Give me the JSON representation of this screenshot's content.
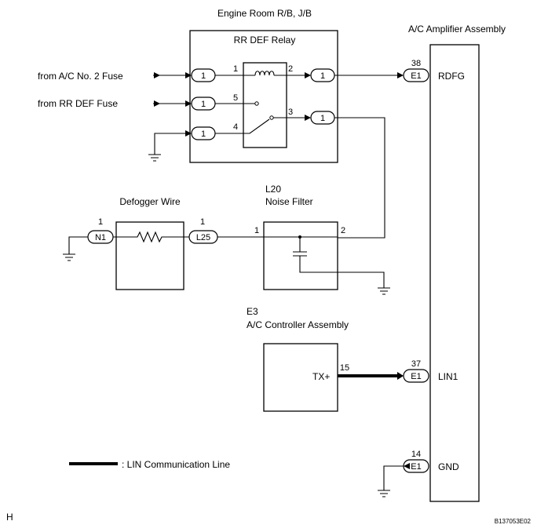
{
  "labels": {
    "engine_room_rb": "Engine Room R/B, J/B",
    "rr_def_relay": "RR DEF Relay",
    "ac_amplifier": "A/C Amplifier Assembly",
    "from_ac_fuse": "from A/C No. 2 Fuse",
    "from_rr_def_fuse": "from RR DEF Fuse",
    "defogger_wire": "Defogger Wire",
    "l20": "L20",
    "noise_filter": "Noise Filter",
    "e3": "E3",
    "ac_controller": "A/C Controller Assembly",
    "lin_legend": ": LIN Communication Line",
    "corner_h": "H",
    "fig_code": "B137053E02"
  },
  "connectors": {
    "relay_in_1": "1",
    "relay_in_2": "1",
    "relay_in_3": "1",
    "relay_out_1": "1",
    "relay_out_2": "1",
    "n1": "N1",
    "l25": "L25",
    "e1_a": "E1",
    "e1_b": "E1",
    "e1_c": "E1"
  },
  "pins": {
    "relay_1": "1",
    "relay_2": "2",
    "relay_5": "5",
    "relay_4": "4",
    "relay_3": "3",
    "n1_pin": "1",
    "l25_pin": "1",
    "filter_1": "1",
    "filter_2": "2",
    "tx_pin": "15",
    "amp_38": "38",
    "amp_37": "37",
    "amp_14": "14"
  },
  "terminals": {
    "rdfg": "RDFG",
    "lin1": "LIN1",
    "gnd": "GND",
    "tx": "TX+"
  }
}
